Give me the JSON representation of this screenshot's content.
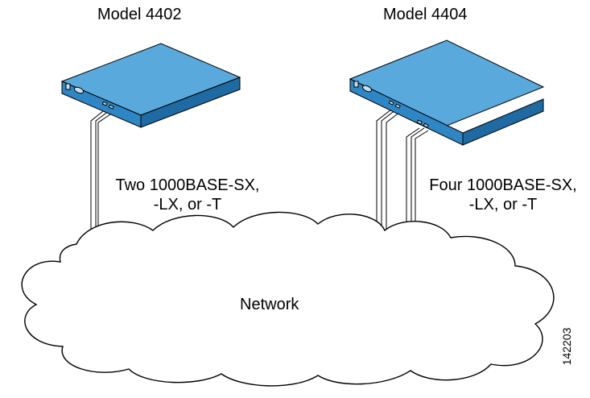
{
  "devices": [
    {
      "label": "Model 4402"
    },
    {
      "label": "Model 4404"
    }
  ],
  "connections": [
    {
      "line1": "Two 1000BASE-SX,",
      "line2": "-LX, or -T"
    },
    {
      "line1": "Four 1000BASE-SX,",
      "line2": "-LX, or -T"
    }
  ],
  "network": {
    "label": "Network"
  },
  "figure_id": "142203",
  "colors": {
    "device_top": "#5aa9dc",
    "device_front": "#2f86c4",
    "device_side": "#1f6aa3",
    "outline": "#000000",
    "background": "#ffffff"
  }
}
